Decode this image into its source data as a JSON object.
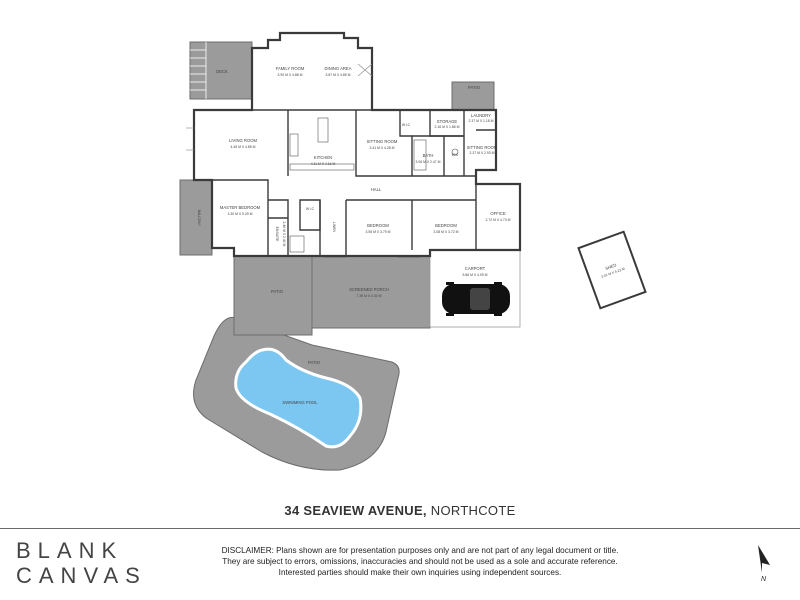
{
  "property": {
    "street": "34 SEAVIEW AVENUE,",
    "suburb": "NORTHCOTE"
  },
  "brand": {
    "line1": "BLANK",
    "line2": "CANVAS"
  },
  "disclaimer": {
    "line1": "DISCLAIMER: Plans shown are for presentation purposes only and are not part of any legal document or title.",
    "line2": "They are subject to errors, omissions, inaccuracies and should not be used as a sole and accurate reference.",
    "line3": "Interested parties should make their own inquiries using independent sources."
  },
  "compass": {
    "label": "N"
  },
  "rooms": {
    "deck": {
      "name": "DECK"
    },
    "family": {
      "name": "FAMILY ROOM",
      "dims": "3.90 M X 4.88 M"
    },
    "dining": {
      "name": "DINING AREA",
      "dims": "3.87 M X 4.85 M"
    },
    "patio_top": {
      "name": "PATIO"
    },
    "living": {
      "name": "LIVING ROOM",
      "dims": "4.45 M X 4.85 M"
    },
    "kitchen": {
      "name": "KITCHEN",
      "dims": "4.11 M X 4.16 M"
    },
    "sitting1": {
      "name": "SITTING ROOM",
      "dims": "3.41 M X 4.28 M"
    },
    "wic": {
      "name": "W.I.C"
    },
    "storage": {
      "name": "STORAGE",
      "dims": "2.16 M X 1.86 M"
    },
    "laundry": {
      "name": "LAUNDRY",
      "dims": "2.37 M X 1.18 M"
    },
    "bath": {
      "name": "BATH",
      "dims": "3.06 M X 2.47 M"
    },
    "wc": {
      "name": "W/C"
    },
    "sitting2": {
      "name": "SITTING ROOM",
      "dims": "2.37 M X 2.93 M"
    },
    "hall": {
      "name": "HALL"
    },
    "balcony": {
      "name": "BALCONY"
    },
    "master": {
      "name": "MASTER BEDROOM",
      "dims": "3.30 M X 5.29 M"
    },
    "ensuite": {
      "name": "ENSUITE",
      "dims": "2.46 M X 2.40 M"
    },
    "wic2": {
      "name": "W.I.C"
    },
    "linen": {
      "name": "LINEN"
    },
    "bed1": {
      "name": "BEDROOM",
      "dims": "3.55 M X 3.79 M"
    },
    "bed2": {
      "name": "BEDROOM",
      "dims": "3.08 M X 3.72 M"
    },
    "office": {
      "name": "OFFICE",
      "dims": "2.72 M X 4.73 M"
    },
    "shed": {
      "name": "SHED",
      "dims": "3.01 M X 4.22 M"
    },
    "carport": {
      "name": "CARPORT",
      "dims": "5.86 M X 4.09 M"
    },
    "patio_bottom": {
      "name": "PATIO"
    },
    "porch": {
      "name": "SCREENED PORCH",
      "dims": "7.39 M X 4.30 M"
    },
    "patio_pool": {
      "name": "PATIO"
    },
    "pool": {
      "name": "SWIMMING POOL"
    }
  }
}
